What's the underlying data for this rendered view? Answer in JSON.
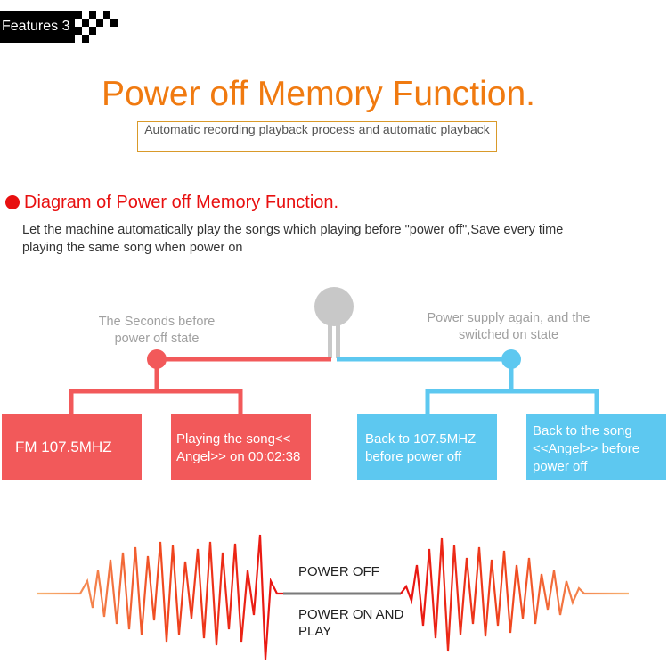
{
  "header": {
    "badge": "Features 3"
  },
  "title": "Power off Memory Function.",
  "subtitle": "Automatic recording playback process and automatic playback",
  "section": {
    "title": "Diagram of Power off Memory Function.",
    "description": "Let the machine automatically play the songs which playing before \"power off\",Save every time playing the same song when power on"
  },
  "diagram": {
    "left_label": "The Seconds before power off state",
    "right_label": "Power supply again, and the switched on state",
    "left_boxes": [
      "FM 107.5MHZ",
      "Playing the song<< Angel>> on 00:02:38"
    ],
    "right_boxes": [
      "Back to 107.5MHZ before power off",
      "Back to the song <<Angel>> before power off"
    ]
  },
  "wave": {
    "power_off": "POWER OFF",
    "power_on": "POWER ON AND PLAY"
  },
  "colors": {
    "accent_orange": "#f07a10",
    "red": "#f2595a",
    "blue": "#5dc8f0",
    "section_red": "#e81010",
    "plug_grey": "#c8c8c8"
  }
}
